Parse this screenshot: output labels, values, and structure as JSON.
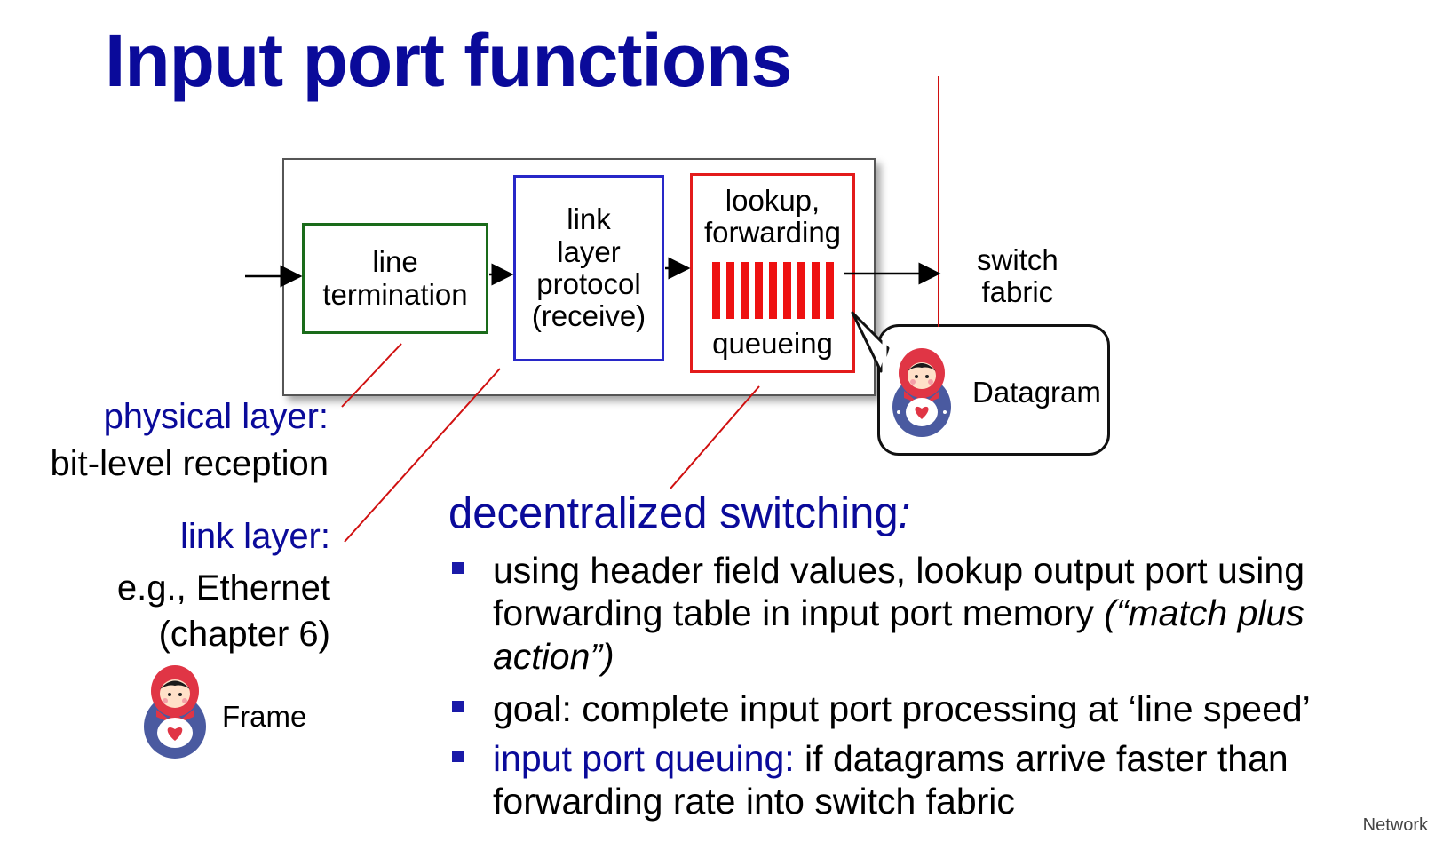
{
  "title": "Input port functions",
  "stages": {
    "line_termination": [
      "line",
      "termination"
    ],
    "link_layer": [
      "link",
      "layer",
      "protocol",
      "(receive)"
    ],
    "lookup": {
      "lines": [
        "lookup,",
        "forwarding"
      ],
      "queue_label": "queueing"
    }
  },
  "switch_fabric": [
    "switch",
    "fabric"
  ],
  "datagram_label": "Datagram",
  "frame_label": "Frame",
  "physical_layer": {
    "heading": "physical layer:",
    "description": "bit-level reception"
  },
  "link_layer": {
    "heading": "link layer:",
    "description_lines": [
      "e.g., Ethernet",
      "(chapter 6)"
    ]
  },
  "decentralized": {
    "heading": "decentralized switching",
    "heading_suffix": ":",
    "bullets": [
      {
        "text": "using header field values, lookup output port using forwarding table in input port memory ",
        "italic": "(“match plus action”)"
      },
      {
        "text": "goal: complete input port processing at ‘line speed’"
      },
      {
        "highlight": "input port queuing:",
        "text": " if datagrams arrive faster than forwarding rate into switch fabric"
      }
    ]
  },
  "footer": "Network",
  "colors": {
    "title_blue": "#0a0a9a",
    "green_box": "#1a6b1a",
    "blue_box": "#2828c8",
    "red_box": "#e31b1b",
    "callout_line": "#d01010"
  },
  "icons": [
    "matryoshka-doll-icon"
  ]
}
